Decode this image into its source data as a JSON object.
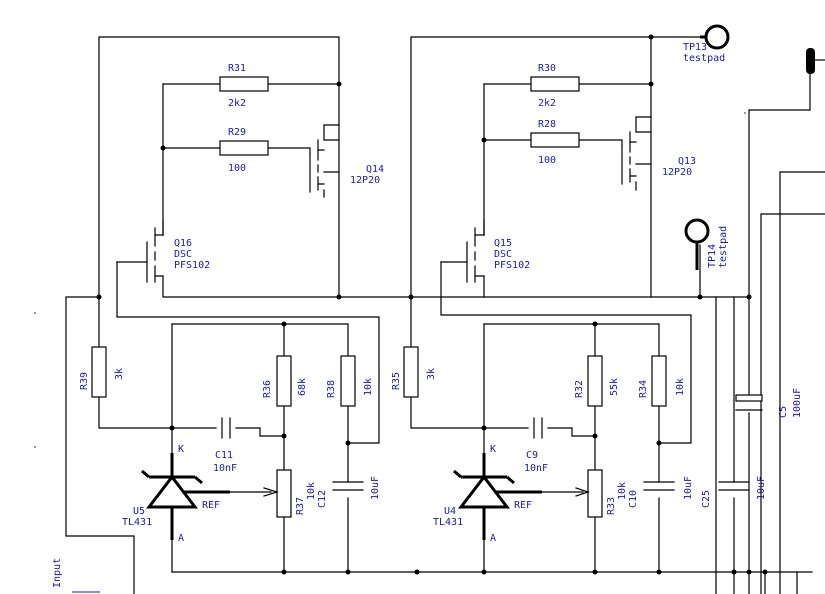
{
  "schematic": {
    "colors": {
      "wire": "#000000",
      "label": "#1a1aa8",
      "background": "#ffffff"
    },
    "resistors": {
      "r31": {
        "ref": "R31",
        "value": "2k2"
      },
      "r29": {
        "ref": "R29",
        "value": "100"
      },
      "r30": {
        "ref": "R30",
        "value": "2k2"
      },
      "r28": {
        "ref": "R28",
        "value": "100"
      },
      "r39": {
        "ref": "R39",
        "value": "3k"
      },
      "r36": {
        "ref": "R36",
        "value": "68k"
      },
      "r38": {
        "ref": "R38",
        "value": "10k"
      },
      "r35": {
        "ref": "R35",
        "value": "3k"
      },
      "r32": {
        "ref": "R32",
        "value": "55k"
      },
      "r34": {
        "ref": "R34",
        "value": "10k"
      },
      "r37": {
        "ref": "R37",
        "value": "10k"
      },
      "r33": {
        "ref": "R33",
        "value": "10k"
      }
    },
    "capacitors": {
      "c11": {
        "ref": "C11",
        "value": "10nF"
      },
      "c9": {
        "ref": "C9",
        "value": "10nF"
      },
      "c12": {
        "ref": "C12",
        "value": "10uF"
      },
      "c10": {
        "ref": "C10",
        "value": "10uF"
      },
      "c25": {
        "ref": "C25",
        "value": "10uF"
      },
      "c5": {
        "ref": "C5",
        "value": "100uF"
      }
    },
    "transistors": {
      "q14": {
        "ref": "Q14",
        "part": "12P20"
      },
      "q13": {
        "ref": "Q13",
        "part": "12P20"
      },
      "q16": {
        "ref": "Q16",
        "maker": "DSC",
        "part": "PFS102"
      },
      "q15": {
        "ref": "Q15",
        "maker": "DSC",
        "part": "PFS102"
      }
    },
    "regulators": {
      "u5": {
        "ref": "U5",
        "part": "TL431",
        "pin_k": "K",
        "pin_a": "A",
        "pin_ref": "REF"
      },
      "u4": {
        "ref": "U4",
        "part": "TL431",
        "pin_k": "K",
        "pin_a": "A",
        "pin_ref": "REF"
      }
    },
    "testpads": {
      "tp13": {
        "ref": "TP13",
        "type": "testpad"
      },
      "tp14": {
        "ref": "TP14",
        "type": "testpad"
      }
    },
    "net_labels": {
      "input": "Input"
    }
  }
}
